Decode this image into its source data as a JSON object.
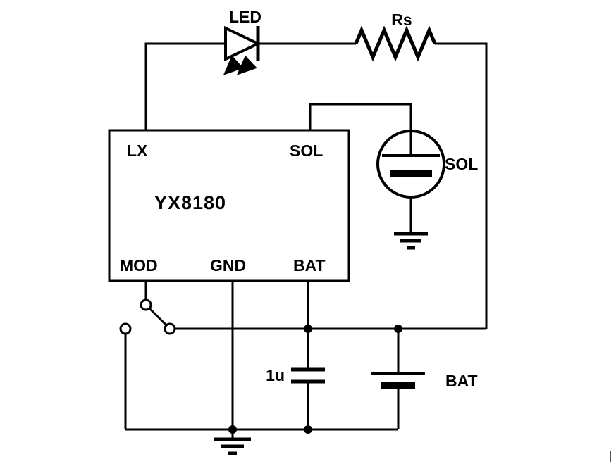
{
  "diagram": {
    "ic": {
      "name": "YX8180",
      "pins": {
        "lx": "LX",
        "sol": "SOL",
        "mod": "MOD",
        "gnd": "GND",
        "bat": "BAT"
      }
    },
    "components": {
      "led": {
        "label": "LED"
      },
      "resistor": {
        "label": "Rs"
      },
      "solar_cell": {
        "label": "SOL"
      },
      "capacitor": {
        "label": "1u"
      },
      "battery": {
        "label": "BAT"
      }
    },
    "colors": {
      "line": "#000000",
      "background": "#ffffff"
    }
  }
}
